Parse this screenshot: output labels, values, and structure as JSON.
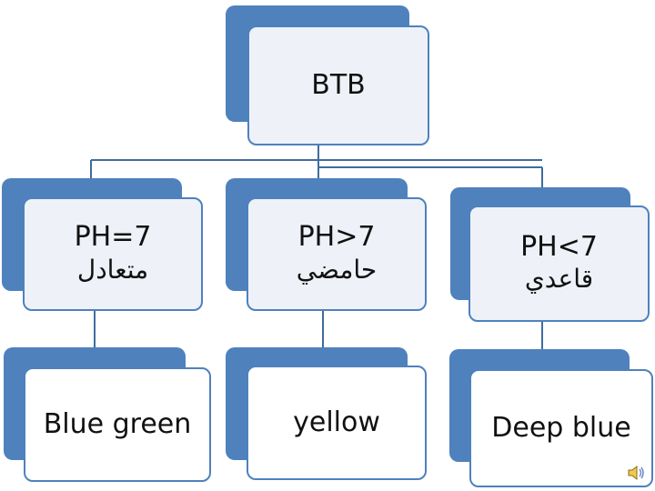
{
  "root": {
    "label": "BTB"
  },
  "level1": [
    {
      "ph": "PH=7",
      "arabic": "متعادل"
    },
    {
      "ph": "PH>7",
      "arabic": "حامضي"
    },
    {
      "ph": "PH<7",
      "arabic": "قاعدي"
    }
  ],
  "level2": [
    {
      "label": "Blue green"
    },
    {
      "label": "yellow"
    },
    {
      "label": "Deep blue"
    }
  ],
  "colors": {
    "accent": "#4f81bd",
    "connector": "#3f6c9e"
  },
  "icons": {
    "speaker": "speaker-icon"
  }
}
